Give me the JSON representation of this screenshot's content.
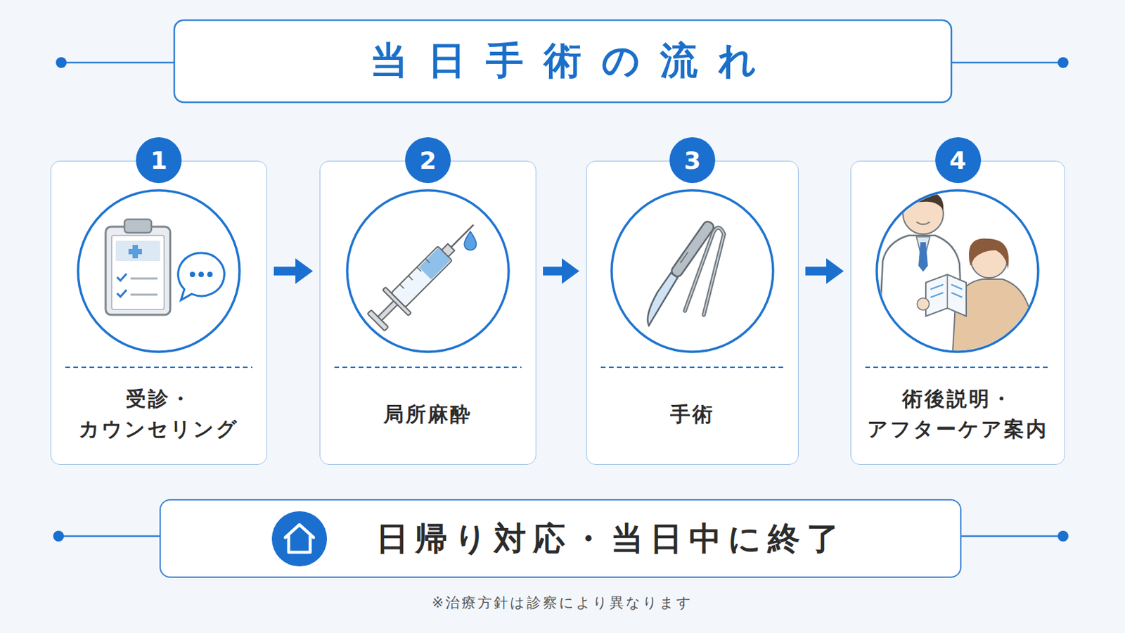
{
  "diagram": {
    "title": "当日手術の流れ",
    "nodes": [
      {
        "text": [
          "受診・ カウンセリング"
        ]
      },
      {
        "text": [
          "1"
        ],
        "in": 0
      },
      {
        "text": [
          "局所麻酔"
        ]
      },
      {
        "text": [
          "2"
        ],
        "in": 2
      },
      {
        "text": [
          "手術"
        ]
      },
      {
        "text": [
          "3"
        ],
        "in": 4
      },
      {
        "text": [
          "術後説明・ アフターケア案内"
        ]
      },
      {
        "text": [
          "4"
        ],
        "in": 6
      },
      {
        "text": [
          "日帰り対応・当日中に終了"
        ]
      }
    ],
    "edges": [
      {
        "from": 0,
        "to": 2,
        "arrow": "to"
      },
      {
        "from": 2,
        "to": 4,
        "arrow": "to"
      },
      {
        "from": 4,
        "to": 6,
        "arrow": "to"
      }
    ],
    "labels": [
      "※治療方針は診察により異なります"
    ]
  }
}
